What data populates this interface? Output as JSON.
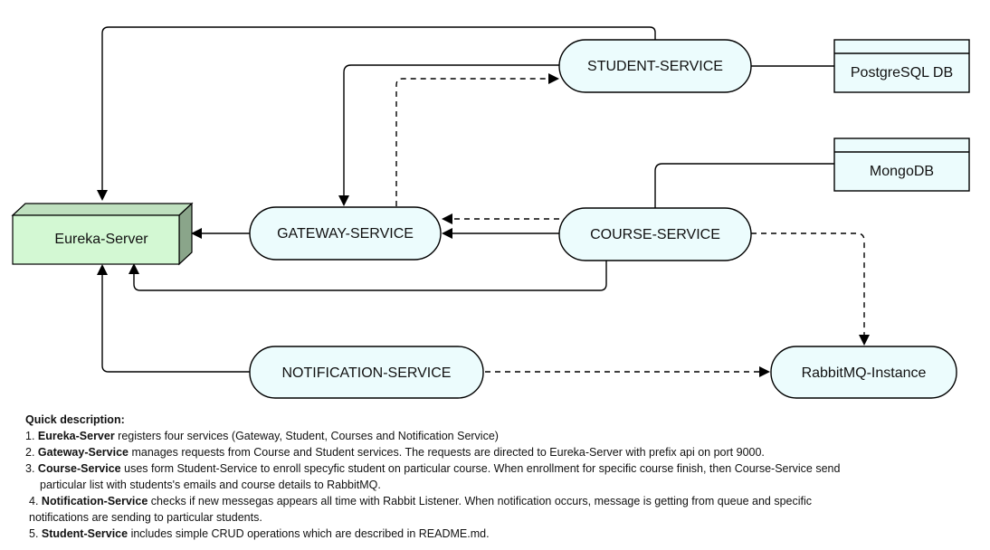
{
  "colors": {
    "node_fill": "#ecfcfd",
    "eureka_fill": "#d3f8d3",
    "eureka_side": "#8aa58a",
    "stroke": "#000000"
  },
  "nodes": {
    "eureka": "Eureka-Server",
    "gateway": "GATEWAY-SERVICE",
    "student": "STUDENT-SERVICE",
    "course": "COURSE-SERVICE",
    "notification": "NOTIFICATION-SERVICE",
    "rabbitmq": "RabbitMQ-Instance",
    "postgres": "PostgreSQL DB",
    "mongo": "MongoDB"
  },
  "description": {
    "title": "Quick description:",
    "items": [
      {
        "num": "1.",
        "name": "Eureka-Server",
        "text": " registers four services (Gateway, Student, Courses and Notification Service)",
        "cont": ""
      },
      {
        "num": "2.",
        "name": "Gateway-Service",
        "text": " manages requests from Course and Student services. The requests are directed to Eureka-Server with prefix api on port 9000.",
        "cont": ""
      },
      {
        "num": "3.",
        "name": "Course-Service",
        "text": " uses form Student-Service to enroll specyfic student on particular course. When enrollment for specific course finish, then Course-Service send",
        "cont": "particular list with students's emails and course details to RabbitMQ."
      },
      {
        "num": "4.",
        "name": "Notification-Service",
        "text": " checks if new messegas appears all time with Rabbit Listener. When notification occurs, message is getting from queue and specific",
        "cont": "notifications are sending to particular students."
      },
      {
        "num": "5.",
        "name": "Student-Service",
        "text": " includes simple CRUD operations which are described in README.md.",
        "cont": ""
      }
    ]
  }
}
